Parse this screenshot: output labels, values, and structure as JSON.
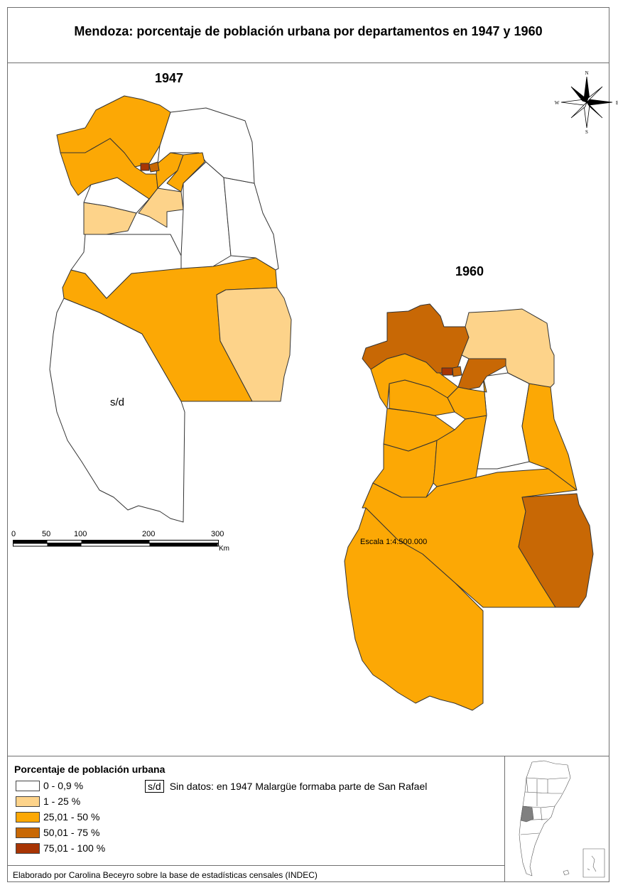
{
  "title": "Mendoza: porcentaje de población urbana por departamentos en 1947 y 1960",
  "maps": {
    "left_year": "1947",
    "right_year": "1960",
    "no_data_label": "s/d"
  },
  "compass": {
    "n": "N",
    "s": "S",
    "e": "E",
    "w": "W"
  },
  "scale": {
    "ticks": [
      "0",
      "50",
      "100",
      "200",
      "300"
    ],
    "unit": "Km",
    "text": "Escala 1:4.500.000"
  },
  "legend": {
    "title": "Porcentaje de población urbana",
    "classes": [
      {
        "label": "0 - 0,9 %",
        "color": "#ffffff"
      },
      {
        "label": "1 - 25 %",
        "color": "#fdd38a"
      },
      {
        "label": "25,01 - 50 %",
        "color": "#fca805"
      },
      {
        "label": "50,01 - 75 %",
        "color": "#c86805"
      },
      {
        "label": "75,01 - 100 %",
        "color": "#a83504"
      }
    ],
    "no_data_key": "s/d",
    "no_data_text": "Sin datos: en 1947 Malargüe formaba parte de San Rafael"
  },
  "credit": "Elaborado por Carolina Beceyro sobre la base de estadísticas censales (INDEC)",
  "colors": {
    "border": "#6f6f6f",
    "stroke": "#333333",
    "inset_highlight": "#808080"
  }
}
